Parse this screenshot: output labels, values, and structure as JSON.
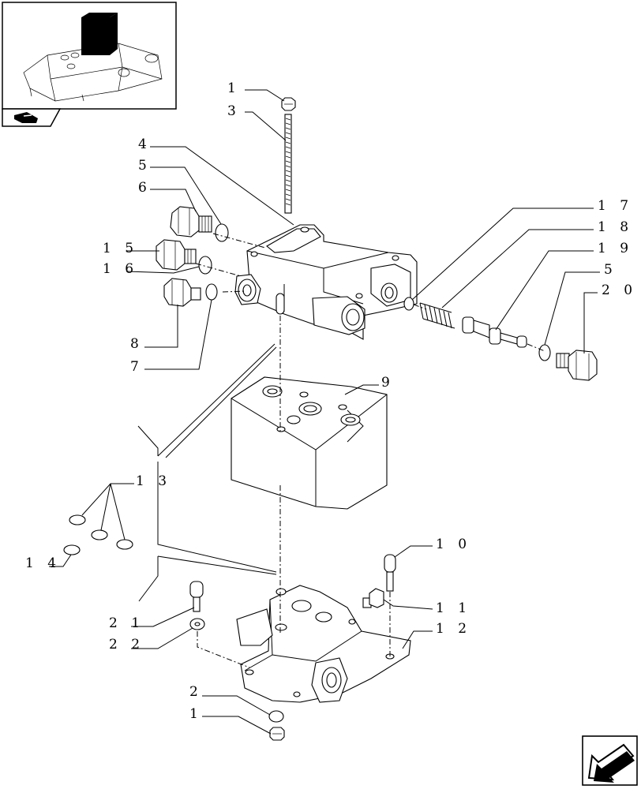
{
  "callouts": [
    {
      "id": "c-1a",
      "label": "1"
    },
    {
      "id": "c-3",
      "label": "3"
    },
    {
      "id": "c-4",
      "label": "4"
    },
    {
      "id": "c-5a",
      "label": "5"
    },
    {
      "id": "c-6",
      "label": "6"
    },
    {
      "id": "c-15",
      "label": "1 5"
    },
    {
      "id": "c-16",
      "label": "1 6"
    },
    {
      "id": "c-8",
      "label": "8"
    },
    {
      "id": "c-7",
      "label": "7"
    },
    {
      "id": "c-17",
      "label": "1 7"
    },
    {
      "id": "c-18",
      "label": "1 8"
    },
    {
      "id": "c-19",
      "label": "1 9"
    },
    {
      "id": "c-5b",
      "label": "5"
    },
    {
      "id": "c-20",
      "label": "2 0"
    },
    {
      "id": "c-9",
      "label": "9"
    },
    {
      "id": "c-13",
      "label": "1 3"
    },
    {
      "id": "c-14",
      "label": "1 4"
    },
    {
      "id": "c-10",
      "label": "1 0"
    },
    {
      "id": "c-11",
      "label": "1 1"
    },
    {
      "id": "c-12",
      "label": "1 2"
    },
    {
      "id": "c-21",
      "label": "2 1"
    },
    {
      "id": "c-22",
      "label": "2 2"
    },
    {
      "id": "c-2",
      "label": "2"
    },
    {
      "id": "c-1b",
      "label": "1"
    }
  ],
  "icons": {
    "thumbnail": "tractor-assembly-thumbnail-icon",
    "tab": "book-icon",
    "nav": "back-arrow-icon"
  }
}
